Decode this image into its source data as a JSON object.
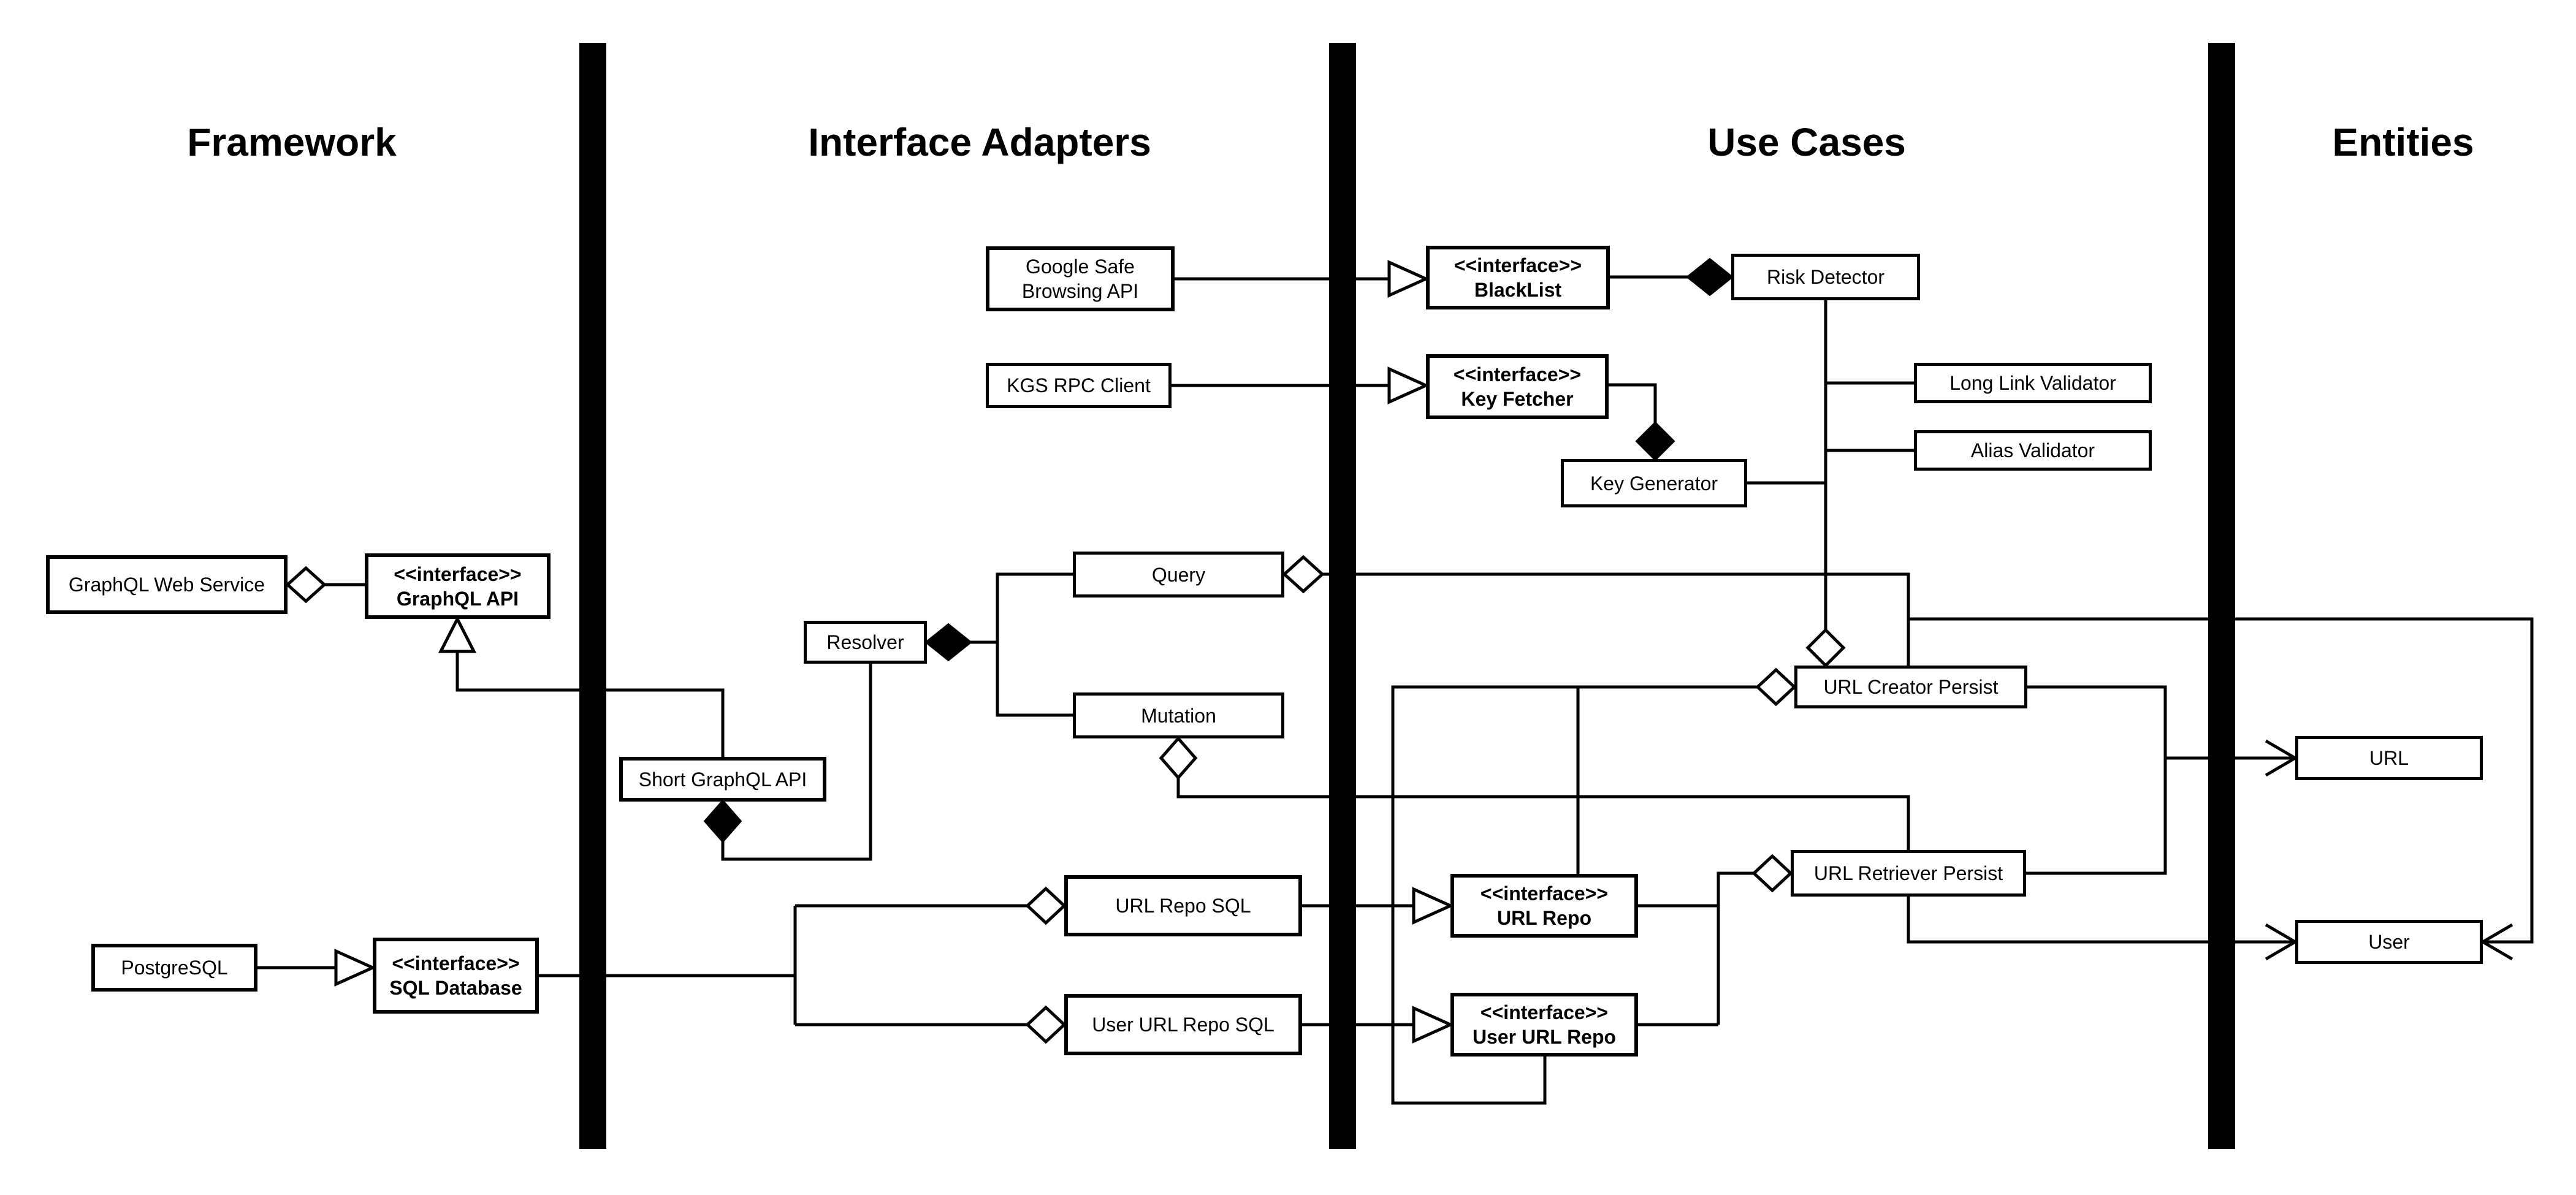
{
  "colors": {
    "background": "#ffffff",
    "line": "#000000"
  },
  "layers": {
    "framework": "Framework",
    "interface_adapters": "Interface Adapters",
    "use_cases": "Use Cases",
    "entities": "Entities"
  },
  "nodes": {
    "google_safe": {
      "lines": [
        "Google Safe",
        "Browsing API"
      ]
    },
    "blacklist": {
      "stereotype": "<<interface>>",
      "name": "BlackList"
    },
    "risk_detector": {
      "name": "Risk Detector"
    },
    "kgs_rpc_client": {
      "name": "KGS RPC Client"
    },
    "key_fetcher": {
      "stereotype": "<<interface>>",
      "name": "Key Fetcher"
    },
    "long_link_validator": {
      "name": "Long Link Validator"
    },
    "alias_validator": {
      "name": "Alias Validator"
    },
    "key_generator": {
      "name": "Key Generator"
    },
    "graphql_web_service": {
      "name": "GraphQL Web Service"
    },
    "graphql_api": {
      "stereotype": "<<interface>>",
      "name": "GraphQL API"
    },
    "resolver": {
      "name": "Resolver"
    },
    "query": {
      "name": "Query"
    },
    "mutation": {
      "name": "Mutation"
    },
    "short_graphql_api": {
      "name": "Short GraphQL API"
    },
    "url_creator_persist": {
      "name": "URL Creator Persist"
    },
    "url_retriever_persist": {
      "name": "URL Retriever Persist"
    },
    "url_repo_sql": {
      "name": "URL Repo SQL"
    },
    "user_url_repo_sql": {
      "name": "User URL Repo SQL"
    },
    "url_repo": {
      "stereotype": "<<interface>>",
      "name": "URL Repo"
    },
    "user_url_repo": {
      "stereotype": "<<interface>>",
      "name": "User URL Repo"
    },
    "postgresql": {
      "name": "PostgreSQL"
    },
    "sql_database": {
      "stereotype": "<<interface>>",
      "name": "SQL Database"
    },
    "url_entity": {
      "name": "URL"
    },
    "user_entity": {
      "name": "User"
    }
  }
}
